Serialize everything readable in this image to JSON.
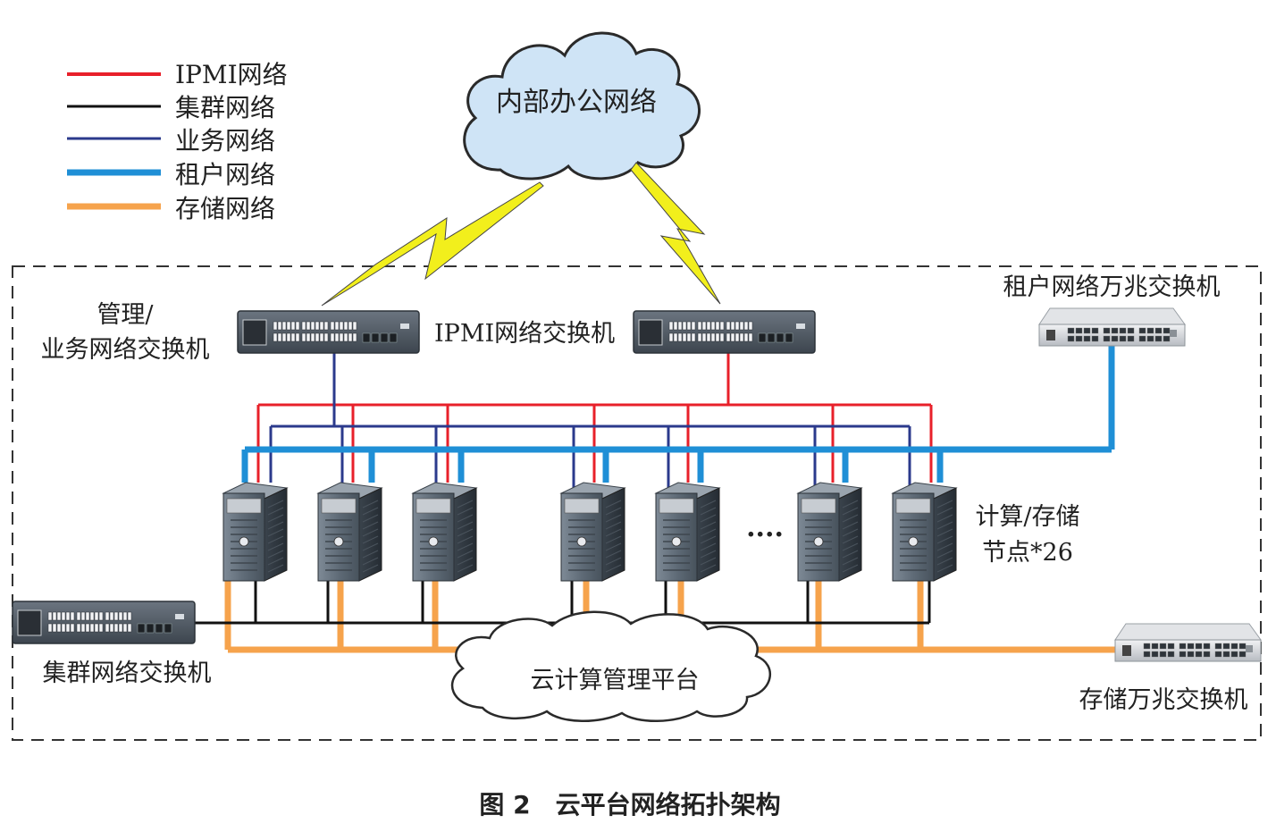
{
  "colors": {
    "ipmi": "#e8202a",
    "cluster": "#111111",
    "business": "#2b3a8c",
    "tenant": "#1f8fd6",
    "storage": "#f6a34c",
    "cloud_fill": "#cfe4f6",
    "cloud_stroke": "#2a2a2a",
    "lightning": "#f2ef1c",
    "border_dash": "#333333"
  },
  "legend": {
    "items": [
      {
        "key": "ipmi",
        "label": "IPMI网络"
      },
      {
        "key": "cluster",
        "label": "集群网络"
      },
      {
        "key": "business",
        "label": "业务网络"
      },
      {
        "key": "tenant",
        "label": "租户网络"
      },
      {
        "key": "storage",
        "label": "存储网络"
      }
    ]
  },
  "labels": {
    "office_network": "内部办公网络",
    "mgmt_switch_line1": "管理/",
    "mgmt_switch_line2": "业务网络交换机",
    "ipmi_switch": "IPMI网络交换机",
    "tenant_switch": "租户网络万兆交换机",
    "compute_line1": "计算/存储",
    "compute_line2": "节点*26",
    "ellipsis": "....",
    "cluster_switch": "集群网络交换机",
    "cloud_platform": "云计算管理平台",
    "storage_switch": "存储万兆交换机"
  },
  "caption": "图 2　云平台网络拓扑架构"
}
